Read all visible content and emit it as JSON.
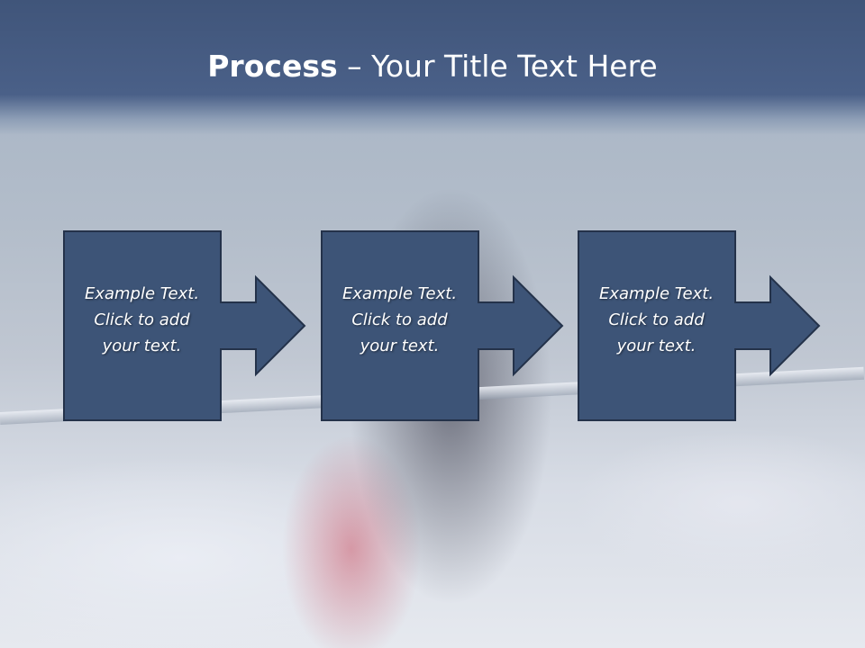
{
  "slide": {
    "title_bold": "Process",
    "title_rest": " – Your Title Text Here",
    "steps": [
      {
        "line1": "Example Text.",
        "line2": "Click  to add",
        "line3": "your text."
      },
      {
        "line1": "Example Text.",
        "line2": "Click  to add",
        "line3": "your text."
      },
      {
        "line1": "Example Text.",
        "line2": "Click  to add",
        "line3": "your text."
      }
    ]
  },
  "colors": {
    "header": "#44597f",
    "box_fill": "#3d5477",
    "box_stroke": "#24324a",
    "title_text": "#ffffff"
  }
}
